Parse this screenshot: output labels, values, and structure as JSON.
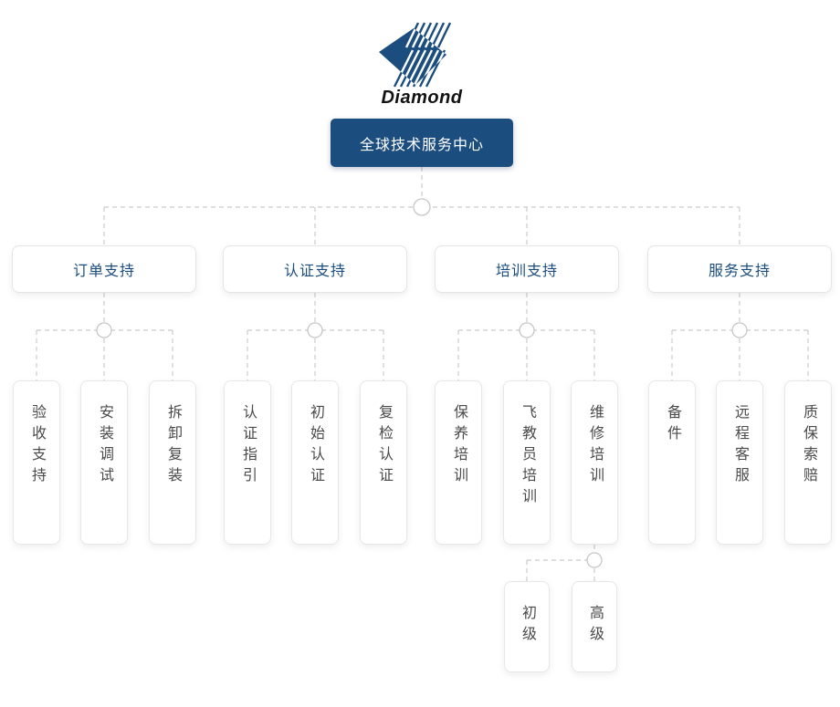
{
  "logo": {
    "brand": "Diamond",
    "icon": "diamond-stripes-logo"
  },
  "colors": {
    "brand_navy": "#1b4d7e",
    "connector_gray": "#cbcbcb",
    "leaf_text": "#4a4a4a",
    "node_background": "#ffffff"
  },
  "tree": {
    "root": {
      "label": "全球技术服务中心"
    },
    "branches": [
      {
        "label": "订单支持",
        "children": [
          {
            "label": "验收支持"
          },
          {
            "label": "安装调试"
          },
          {
            "label": "拆卸复装"
          }
        ]
      },
      {
        "label": "认证支持",
        "children": [
          {
            "label": "认证指引"
          },
          {
            "label": "初始认证"
          },
          {
            "label": "复检认证"
          }
        ]
      },
      {
        "label": "培训支持",
        "children": [
          {
            "label": "保养培训"
          },
          {
            "label": "飞教员培训"
          },
          {
            "label": "维修培训",
            "children": [
              {
                "label": "初级"
              },
              {
                "label": "高级"
              }
            ]
          }
        ]
      },
      {
        "label": "服务支持",
        "children": [
          {
            "label": "备件"
          },
          {
            "label": "远程客服"
          },
          {
            "label": "质保索赔"
          }
        ]
      }
    ]
  }
}
